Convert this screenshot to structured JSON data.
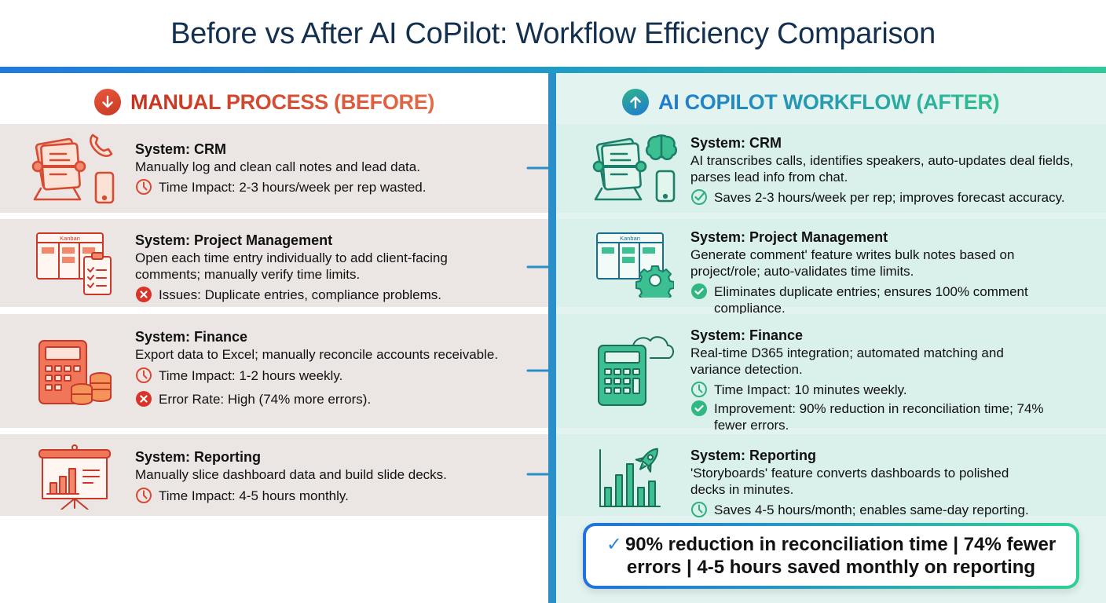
{
  "title": "Before vs After AI CoPilot: Workflow Efficiency Comparison",
  "colors": {
    "before_accent": "#d9482e",
    "after_accent_start": "#1f7ad0",
    "after_accent_end": "#2fc08e",
    "divider": "#2a8ec9",
    "before_row_bg": "#ebe6e4",
    "after_bg": "#e3f4f0"
  },
  "before": {
    "heading": "MANUAL PROCESS (BEFORE)",
    "heading_icon": "arrow-down-circle-icon",
    "rows": [
      {
        "icon": "rolodex-phone-icon",
        "system": "System: CRM",
        "description": "Manually log and clean call notes and lead data.",
        "stats": [
          {
            "icon": "clock-icon",
            "text": "Time Impact: 2-3 hours/week per rep wasted."
          }
        ]
      },
      {
        "icon": "kanban-checklist-icon",
        "icon_label": "Kanban",
        "system": "System: Project Management",
        "description": "Open each time entry individually to add client-facing comments; manually verify time limits.",
        "stats": [
          {
            "icon": "x-circle-icon",
            "text": "Issues: Duplicate entries, compliance problems."
          }
        ]
      },
      {
        "icon": "calculator-coins-icon",
        "system": "System: Finance",
        "description": "Export data to Excel; manually reconcile accounts receivable.",
        "stats": [
          {
            "icon": "clock-icon",
            "text": "Time Impact: 1-2 hours weekly."
          },
          {
            "icon": "x-circle-icon",
            "text": "Error Rate: High (74% more errors)."
          }
        ]
      },
      {
        "icon": "presentation-board-icon",
        "system": "System: Reporting",
        "description": "Manually slice dashboard data and build slide decks.",
        "stats": [
          {
            "icon": "clock-icon",
            "text": "Time Impact: 4-5 hours monthly."
          }
        ]
      }
    ]
  },
  "after": {
    "heading": "AI COPILOT WORKFLOW (AFTER)",
    "heading_icon": "arrow-up-circle-icon",
    "rows": [
      {
        "icon": "rolodex-brain-icon",
        "system": "System: CRM",
        "description": "AI transcribes calls, identifies speakers, auto-updates deal fields, parses lead info from chat.",
        "stats": [
          {
            "icon": "check-circle-outline-icon",
            "text": "Saves 2-3 hours/week per rep; improves forecast accuracy."
          }
        ]
      },
      {
        "icon": "kanban-gear-icon",
        "icon_label": "Kanban",
        "system": "System: Project Management",
        "description": "Generate comment' feature writes bulk notes based on project/role; auto-validates time limits.",
        "stats": [
          {
            "icon": "check-circle-icon",
            "text": "Eliminates duplicate entries; ensures 100% comment compliance."
          }
        ]
      },
      {
        "icon": "calculator-cloud-icon",
        "system": "System: Finance",
        "description": "Real-time D365 integration; automated matching and variance detection.",
        "stats": [
          {
            "icon": "clock-icon",
            "text": "Time Impact: 10 minutes weekly."
          },
          {
            "icon": "check-circle-icon",
            "text": "Improvement: 90% reduction in reconciliation time; 74% fewer errors."
          }
        ]
      },
      {
        "icon": "bar-chart-rocket-icon",
        "system": "System: Reporting",
        "description": "'Storyboards' feature converts dashboards to polished decks in minutes.",
        "stats": [
          {
            "icon": "clock-icon",
            "text": "Saves 4-5 hours/month; enables same-day reporting."
          }
        ]
      }
    ]
  },
  "summary": {
    "icon": "checkmark-icon",
    "check": "✓",
    "text": "90% reduction in reconciliation time | 74% fewer errors | 4-5 hours saved monthly on reporting"
  }
}
